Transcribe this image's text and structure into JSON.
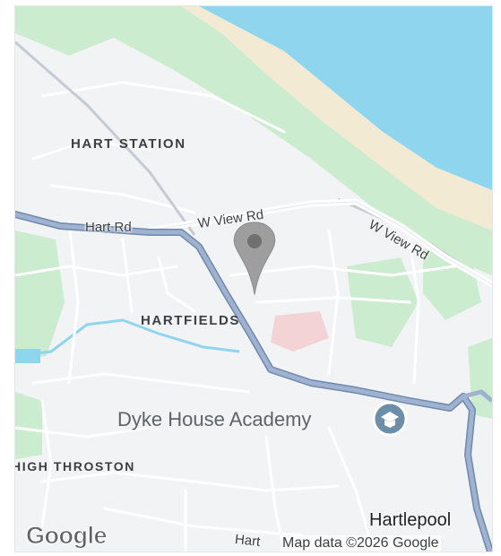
{
  "map": {
    "areas": {
      "hart_station": "HART STATION",
      "hartfields": "HARTFIELDS",
      "high_throston": "HIGH THROSTON"
    },
    "roads": {
      "hart_rd": "Hart Rd",
      "w_view_rd_1": "W View Rd",
      "w_view_rd_2": "W View Rd",
      "hart_bottom": "Hart"
    },
    "poi": {
      "academy": "Dyke House Academy"
    },
    "town": "Hartlepool",
    "attribution": "Map data ©2026 Google",
    "logo": "Google",
    "colors": {
      "water": "#8fd5ee",
      "park": "#cbeccf",
      "sand": "#f5ecd8",
      "land": "#f1f3f4",
      "main_road": "#8aa1c4",
      "pin": "#9e9e9e",
      "school_icon": "#6c8ea8"
    }
  }
}
